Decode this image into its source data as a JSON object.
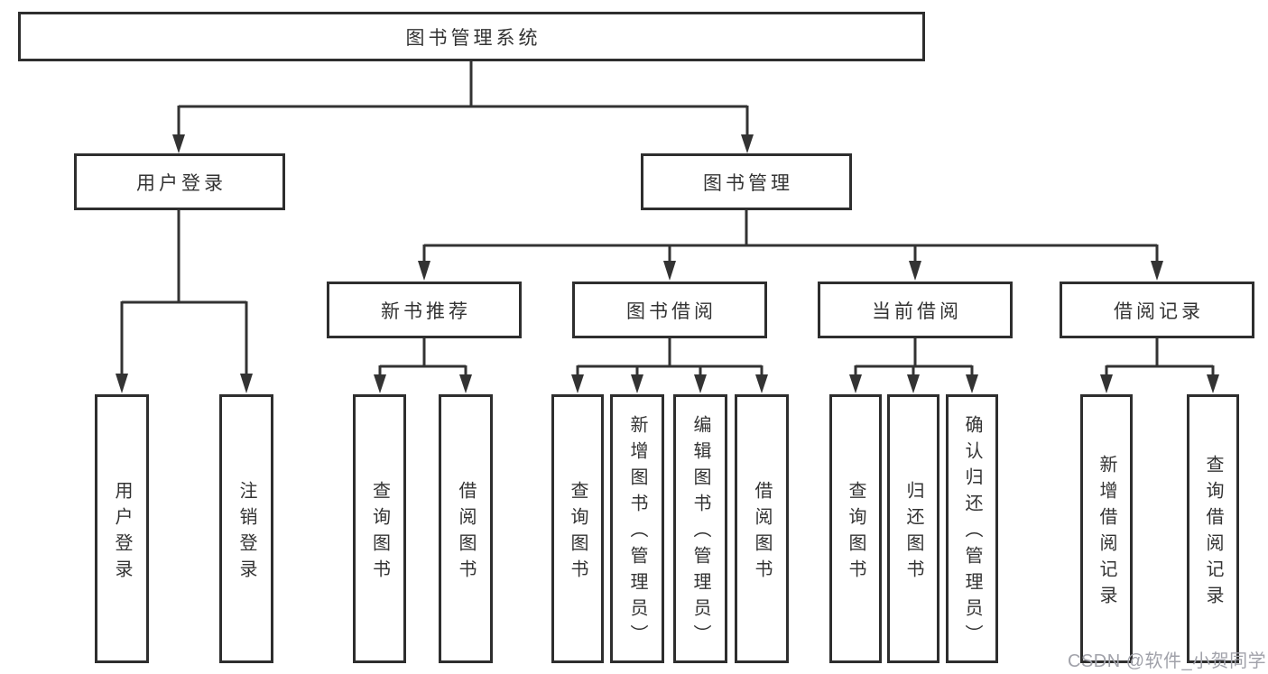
{
  "tree": {
    "label": "图书管理系统",
    "children": [
      {
        "label": "用户登录",
        "children": [
          {
            "label": "用户登录"
          },
          {
            "label": "注销登录"
          }
        ]
      },
      {
        "label": "图书管理",
        "children": [
          {
            "label": "新书推荐",
            "children": [
              {
                "label": "查询图书"
              },
              {
                "label": "借阅图书"
              }
            ]
          },
          {
            "label": "图书借阅",
            "children": [
              {
                "label": "查询图书"
              },
              {
                "label": "新增图书（管理员）"
              },
              {
                "label": "编辑图书（管理员）"
              },
              {
                "label": "借阅图书"
              }
            ]
          },
          {
            "label": "当前借阅",
            "children": [
              {
                "label": "查询图书"
              },
              {
                "label": "归还图书"
              },
              {
                "label": "确认归还（管理员）"
              }
            ]
          },
          {
            "label": "借阅记录",
            "children": [
              {
                "label": "新增借阅记录"
              },
              {
                "label": "查询借阅记录"
              }
            ]
          }
        ]
      }
    ]
  },
  "watermark": "CSDN @软件_小贺同学",
  "colors": {
    "line": "#333333",
    "border": "#2e2e2e",
    "text": "#333333",
    "watermark": "#a1a2aa",
    "background": "#ffffff"
  }
}
